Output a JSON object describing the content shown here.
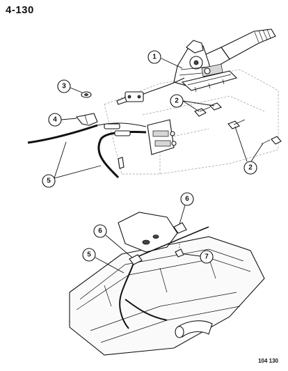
{
  "header": {
    "page_number": "4-130"
  },
  "footer": {
    "figure_code": "104 130"
  },
  "callouts": [
    {
      "label": "1"
    },
    {
      "label": "2"
    },
    {
      "label": "3"
    },
    {
      "label": "4"
    },
    {
      "label": "5"
    },
    {
      "label": "2"
    },
    {
      "label": "6"
    },
    {
      "label": "6"
    },
    {
      "label": "5"
    },
    {
      "label": "7"
    }
  ]
}
